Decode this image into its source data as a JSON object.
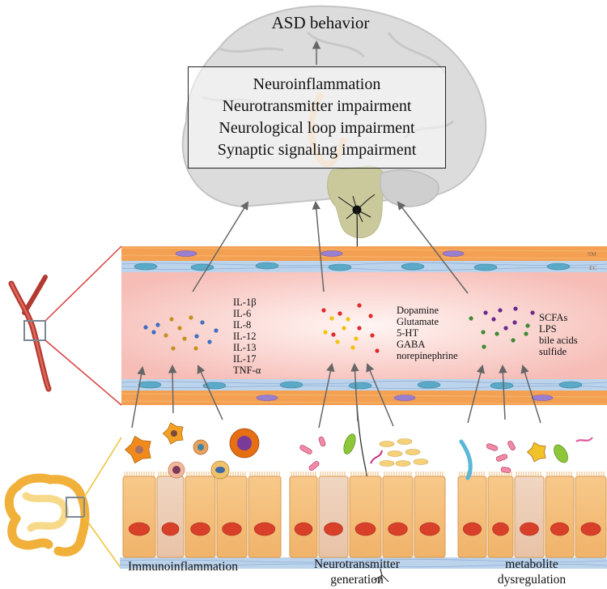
{
  "title": "ASD behavior",
  "box_lines": [
    "Neuroinflammation",
    "Neurotransmitter impairment",
    "Neurological loop impairment",
    "Synaptic signaling impairment"
  ],
  "vessel": {
    "sm_label": "SM",
    "ec_label": "EC"
  },
  "cytokines": [
    "IL-1β",
    "IL-6",
    "IL-8",
    "IL-12",
    "IL-13",
    "IL-17",
    "TNF-α"
  ],
  "neurotransmitters": [
    "Dopamine",
    "Glutamate",
    "5-HT",
    "GABA",
    "norepinephrine"
  ],
  "metabolites": [
    "SCFAs",
    "LPS",
    "bile acids",
    "sulfide"
  ],
  "captions": {
    "immuno": "Immunoinflammation",
    "neuro_line1": "Neurotransmitter",
    "neuro_line2": "generation",
    "metab_line1": "metabolite",
    "metab_line2": "dysregulation"
  },
  "colors": {
    "vessel_wall": "#f4a052",
    "lumen": "#f8c9c4",
    "brain": "#d9d9d9",
    "brainstem": "#c5c596",
    "epithelium": "#f4c07c",
    "nucleus": "#d8402a",
    "dot_blue": "#3d6fc4",
    "dot_gold": "#c6901e",
    "dot_red": "#e02a2a",
    "dot_yellow": "#f2c20e",
    "dot_purple": "#6a2a8c",
    "dot_green": "#3e8a34"
  }
}
